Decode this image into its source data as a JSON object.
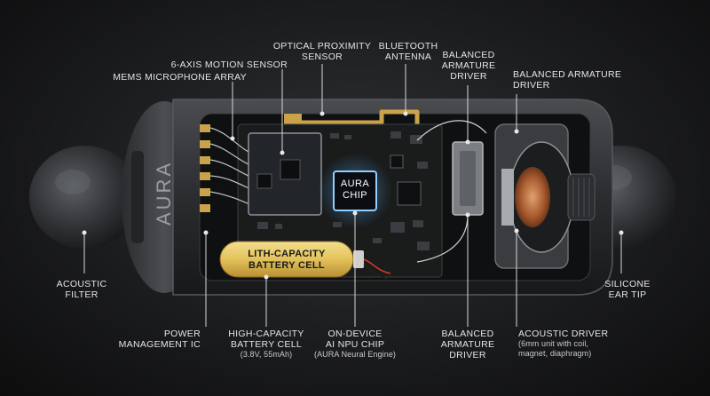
{
  "brand_text": "AURA",
  "chip": {
    "line1": "AURA",
    "line2": "CHIP"
  },
  "battery_cell": {
    "line1": "LITH-CAPACITY",
    "line2": "BATTERY CELL"
  },
  "labels": {
    "optical_proximity": {
      "line1": "OPTICAL PROXIMITY",
      "line2": "SENSOR"
    },
    "bluetooth": {
      "line1": "BLUETOOTH",
      "line2": "ANTENNA"
    },
    "balanced_top_1": {
      "line1": "BALANCED",
      "line2": "ARMATURE",
      "line3": "DRIVER"
    },
    "balanced_top_2": {
      "line1": "BALANCED ARMATURE",
      "line2": "DRIVER"
    },
    "motion_sensor": "6-AXIS MOTION SENSOR",
    "mems_mic": "MEMS MICROPHONE ARRAY",
    "acoustic_filter": {
      "line1": "ACOUSTIC",
      "line2": "FILTER"
    },
    "silicone_tip": {
      "line1": "SILICONE",
      "line2": "EAR TIP"
    },
    "power_ic": {
      "line1": "POWER",
      "line2": "MANAGEMENT IC"
    },
    "battery_label": {
      "line1": "HIGH-CAPACITY",
      "line2": "BATTERY CELL",
      "sub": "(3.8V, 55mAh)"
    },
    "npu": {
      "line1": "ON-DEVICE",
      "line2": "AI NPU CHIP",
      "sub": "(AURA Neural Engine)"
    },
    "balanced_bottom": {
      "line1": "BALANCED",
      "line2": "ARMATURE",
      "line3": "DRIVER"
    },
    "acoustic_driver": {
      "line1": "ACOUSTIC DRIVER",
      "sub1": "(6mm unit with coil,",
      "sub2": "magnet, diaphragm)"
    }
  },
  "colors": {
    "background": "#1b1c1e",
    "shell": "#2c2e31",
    "pcb": "#1a1c1c",
    "gold": "#c9a24a",
    "chip_glow": "#4aa8ff",
    "battery": "#e4c45a",
    "copper": "#b4683a"
  }
}
